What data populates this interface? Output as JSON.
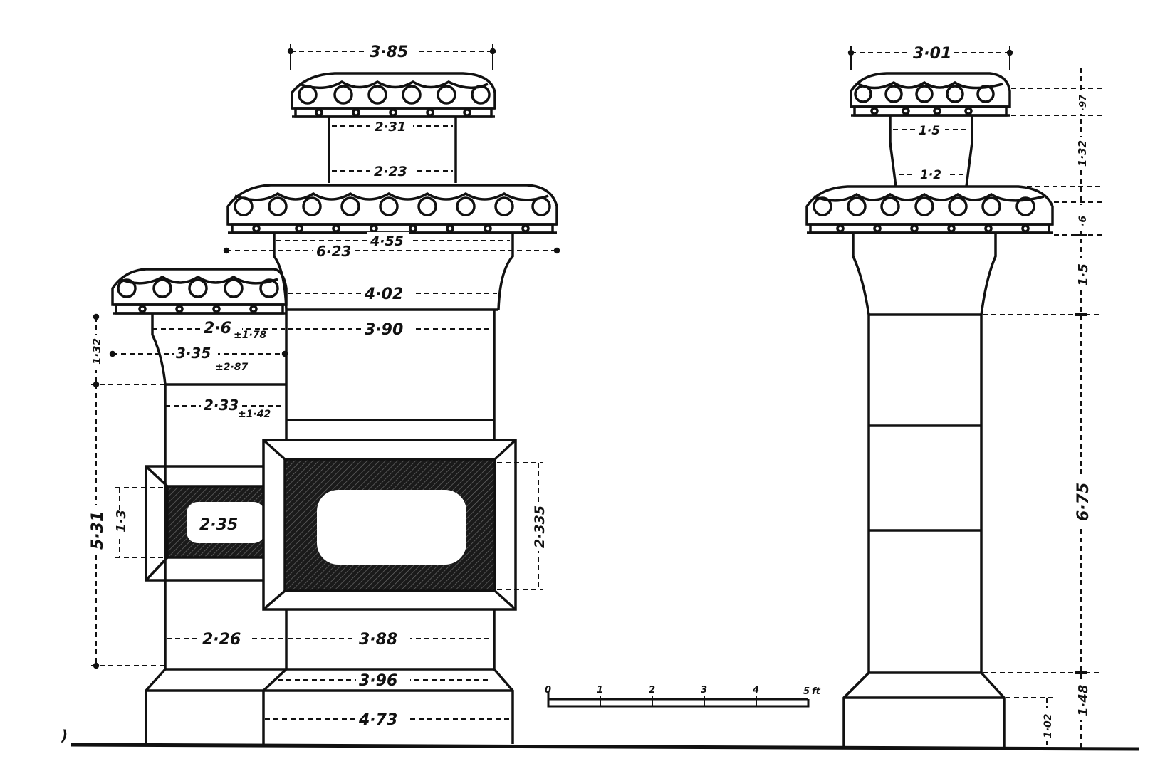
{
  "left_elevation": {
    "dimensions": {
      "top_capital_width": "3·85",
      "top_neck_upper": "2·31",
      "top_neck_lower": "2·23",
      "middle_capital_width": "6·23",
      "middle_neck": "4·55",
      "middle_flare_top": "4·02",
      "middle_shaft_top": "3·90",
      "lower_neck_upper": "2·6",
      "lower_neck_upper_sub": "±1·78",
      "lower_flare": "3·35",
      "lower_flare_sub": "±2·87",
      "lower_shaft_top": "2·33",
      "lower_shaft_top_sub": "±1·42",
      "small_niche_width": "2·35",
      "small_niche_height": "1·3",
      "large_niche_height": "2·335",
      "lower_shaft_height": "5·31",
      "lower_capital_height": "1·32",
      "lower_shaft_bottom": "2·26",
      "middle_shaft_bottom": "3·88",
      "base_top": "3·96",
      "base_width": "4·73"
    }
  },
  "right_elevation": {
    "dimensions": {
      "top_capital_width": "3·01",
      "neck_upper": "1·5",
      "neck_lower": "1·2",
      "top_capital_height": "·97",
      "neck_height": "1·32",
      "lower_capital_height": "·6",
      "flare_height": "1·5",
      "shaft_height": "6·75",
      "plinth_total_height": "1·48",
      "plinth_height": "1·02"
    }
  },
  "scale_bar": {
    "ticks": [
      "0",
      "1",
      "2",
      "3",
      "4",
      "5"
    ],
    "unit": "ft"
  }
}
